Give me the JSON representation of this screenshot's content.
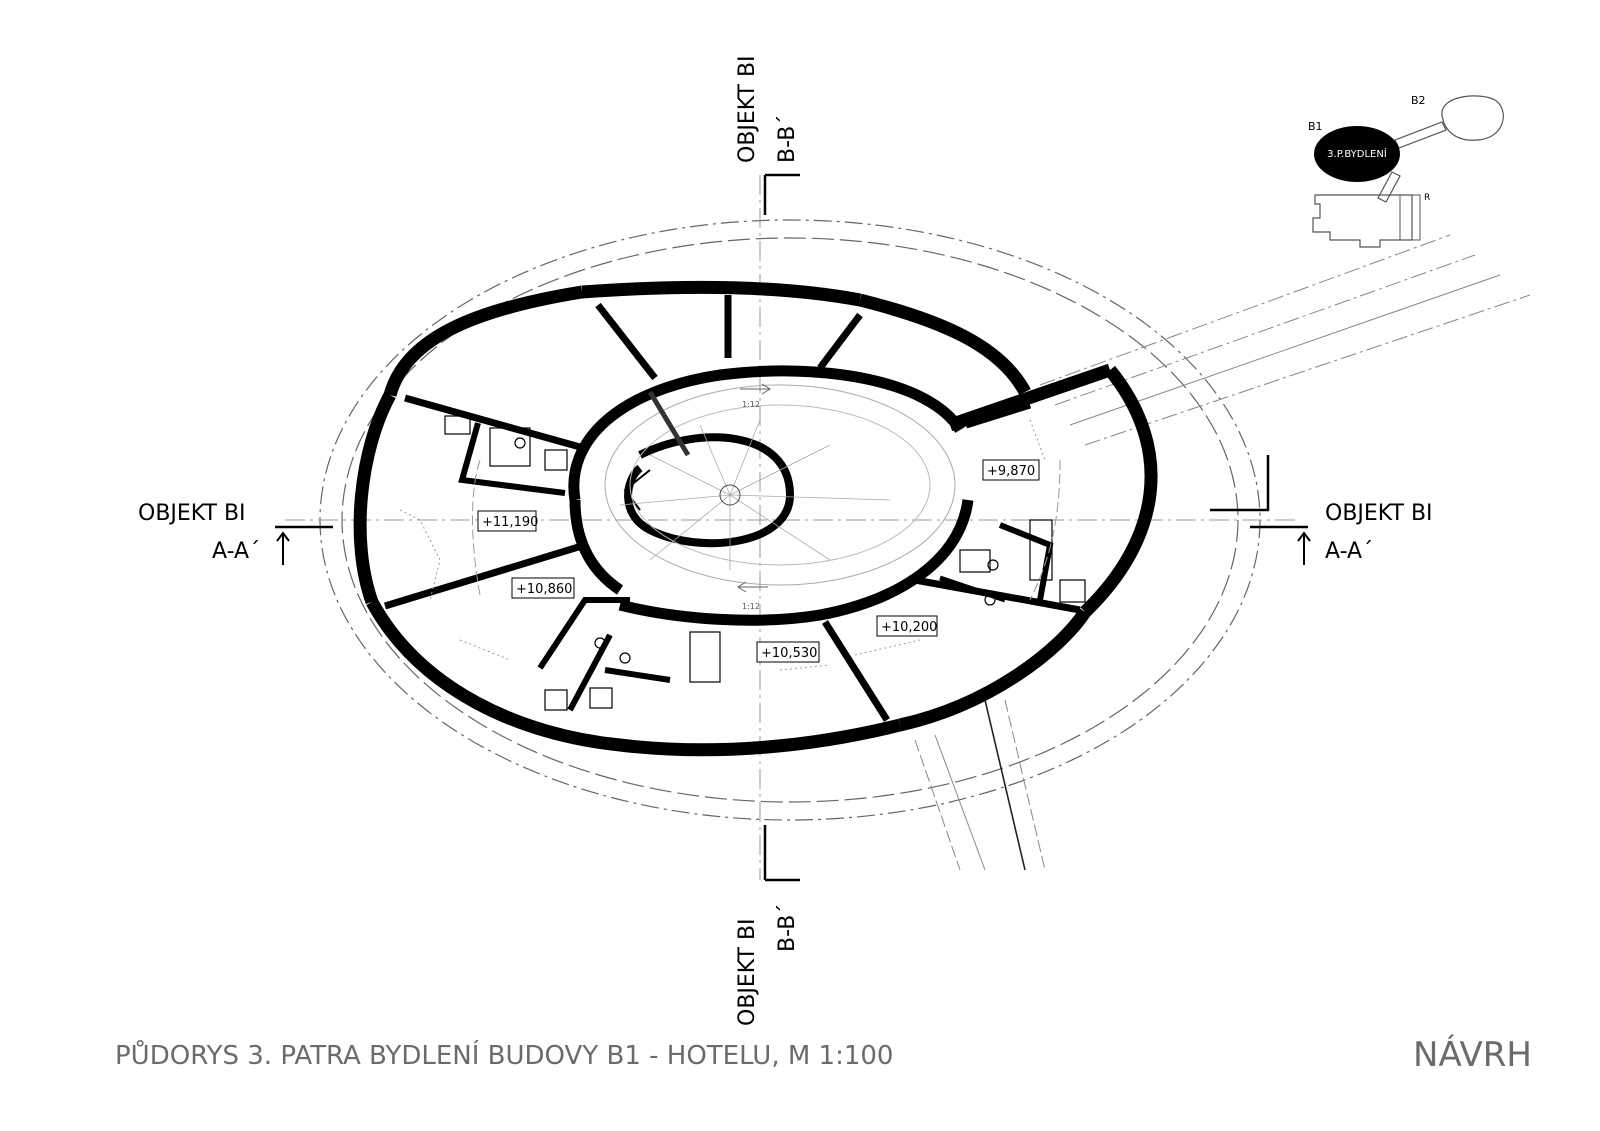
{
  "section_labels": {
    "top_object": "OBJEKT BI",
    "top_cut": "B-B´",
    "bottom_object": "OBJEKT BI",
    "bottom_cut": "B-B´",
    "left_object": "OBJEKT BI",
    "left_cut": "A-A´",
    "right_object": "OBJEKT BI",
    "right_cut": "A-A´"
  },
  "levels": [
    "+11,190",
    "+9,870",
    "+10,860",
    "+10,200",
    "+10,530"
  ],
  "ramp_slopes": [
    "1:12",
    "1:12"
  ],
  "key_plan": {
    "building_label": "B1",
    "building_two_label": "B2",
    "highlight_label": "3.P.BYDLENÍ",
    "corner_label": "R"
  },
  "caption": "PŮDORYS 3. PATRA BYDLENÍ BUDOVY B1 - HOTELU, M 1:100",
  "status": "NÁVRH"
}
